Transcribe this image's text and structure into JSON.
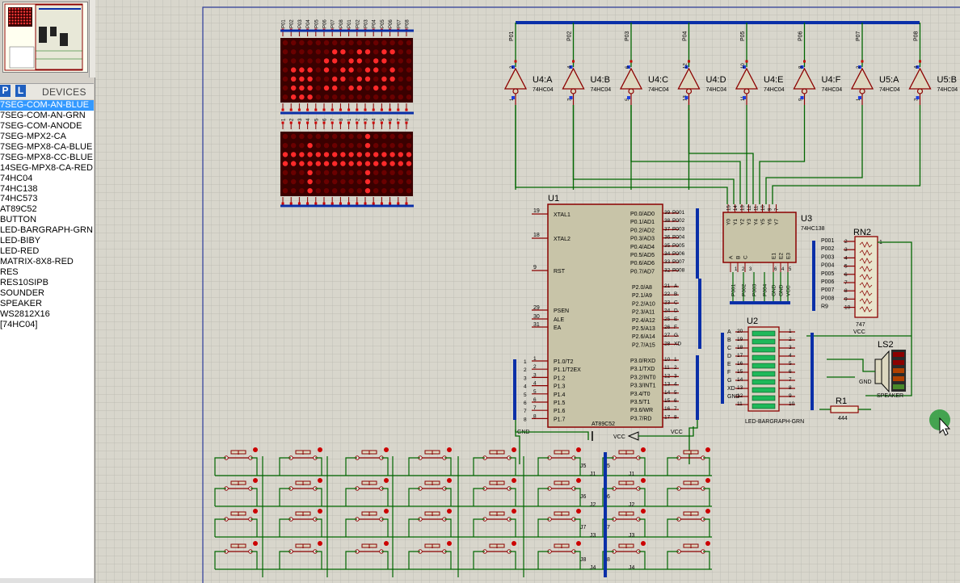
{
  "panel": {
    "p_label": "P",
    "l_label": "L",
    "devices_title": "DEVICES"
  },
  "devices": [
    "7SEG-COM-AN-BLUE",
    "7SEG-COM-AN-GRN",
    "7SEG-COM-ANODE",
    "7SEG-MPX2-CA",
    "7SEG-MPX8-CA-BLUE",
    "7SEG-MPX8-CC-BLUE",
    "14SEG-MPX8-CA-RED",
    "74HC04",
    "74HC138",
    "74HC573",
    "AT89C52",
    "BUTTON",
    "LED-BARGRAPH-GRN",
    "LED-BIBY",
    "LED-RED",
    "MATRIX-8X8-RED",
    "RES",
    "RES10SIPB",
    "SOUNDER",
    "SPEAKER",
    "WS2812X16",
    "[74HC04]"
  ],
  "selected_device_index": 0,
  "schematic": {
    "top_bus_pins": [
      "P01",
      "P02",
      "P03",
      "P04",
      "P05",
      "P06",
      "P07",
      "P08"
    ],
    "inverters": [
      {
        "name": "U4:A",
        "part": "74HC04",
        "in": "2",
        "out": "1"
      },
      {
        "name": "U4:B",
        "part": "74HC04",
        "in": "4",
        "out": "3"
      },
      {
        "name": "U4:C",
        "part": "74HC04",
        "in": "6",
        "out": "5"
      },
      {
        "name": "U4:D",
        "part": "74HC04",
        "in": "12",
        "out": "13"
      },
      {
        "name": "U4:E",
        "part": "74HC04",
        "in": "10",
        "out": "11"
      },
      {
        "name": "U4:F",
        "part": "74HC04",
        "in": "8",
        "out": "9"
      },
      {
        "name": "U5:A",
        "part": "74HC04",
        "in": "2",
        "out": "1"
      },
      {
        "name": "U5:B",
        "part": "74HC04",
        "in": "4",
        "out": "3"
      }
    ],
    "mcu": {
      "ref": "U1",
      "part": "AT89C52",
      "left_top_pins": [
        {
          "num": "19",
          "name": "XTAL1"
        },
        {
          "num": "18",
          "name": "XTAL2"
        },
        {
          "num": "9",
          "name": "RST"
        }
      ],
      "left_mid_pins": [
        {
          "num": "29",
          "name": "PSEN"
        },
        {
          "num": "30",
          "name": "ALE"
        },
        {
          "num": "31",
          "name": "EA"
        }
      ],
      "left_p1": [
        {
          "num": "1",
          "name": "P1.0/T2",
          "net": "1"
        },
        {
          "num": "2",
          "name": "P1.1/T2EX",
          "net": "2"
        },
        {
          "num": "3",
          "name": "P1.2",
          "net": "3"
        },
        {
          "num": "4",
          "name": "P1.3",
          "net": "4"
        },
        {
          "num": "5",
          "name": "P1.4",
          "net": "5"
        },
        {
          "num": "6",
          "name": "P1.5",
          "net": "6"
        },
        {
          "num": "7",
          "name": "P1.6",
          "net": "7"
        },
        {
          "num": "8",
          "name": "P1.7",
          "net": "8"
        }
      ],
      "p0": [
        {
          "num": "39",
          "name": "P0.0/AD0",
          "net": "P001"
        },
        {
          "num": "38",
          "name": "P0.1/AD1",
          "net": "P002"
        },
        {
          "num": "37",
          "name": "P0.2/AD2",
          "net": "P003"
        },
        {
          "num": "36",
          "name": "P0.3/AD3",
          "net": "P004"
        },
        {
          "num": "35",
          "name": "P0.4/AD4",
          "net": "P005"
        },
        {
          "num": "34",
          "name": "P0.5/AD5",
          "net": "P006"
        },
        {
          "num": "33",
          "name": "P0.6/AD6",
          "net": "P007"
        },
        {
          "num": "32",
          "name": "P0.7/AD7",
          "net": "P008"
        }
      ],
      "p2": [
        {
          "num": "21",
          "name": "P2.0/A8",
          "net": "A"
        },
        {
          "num": "22",
          "name": "P2.1/A9",
          "net": "B"
        },
        {
          "num": "23",
          "name": "P2.2/A10",
          "net": "C"
        },
        {
          "num": "24",
          "name": "P2.3/A11",
          "net": "D"
        },
        {
          "num": "25",
          "name": "P2.4/A12",
          "net": "E"
        },
        {
          "num": "26",
          "name": "P2.5/A13",
          "net": "F"
        },
        {
          "num": "27",
          "name": "P2.6/A14",
          "net": "G"
        },
        {
          "num": "28",
          "name": "P2.7/A15",
          "net": "XD"
        }
      ],
      "p3": [
        {
          "num": "10",
          "name": "P3.0/RXD",
          "net": "1"
        },
        {
          "num": "11",
          "name": "P3.1/TXD",
          "net": "2"
        },
        {
          "num": "12",
          "name": "P3.2/INT0",
          "net": "3"
        },
        {
          "num": "13",
          "name": "P3.3/INT1",
          "net": "4"
        },
        {
          "num": "14",
          "name": "P3.4/T0",
          "net": "5"
        },
        {
          "num": "15",
          "name": "P3.5/T1",
          "net": "6"
        },
        {
          "num": "16",
          "name": "P3.6/WR",
          "net": "7"
        },
        {
          "num": "17",
          "name": "P3.7/RD",
          "net": "8"
        }
      ],
      "gnd": "GND",
      "vcc": "VCC"
    },
    "decoder": {
      "ref": "U3",
      "part": "74HC138",
      "out_pins": [
        "15",
        "14",
        "13",
        "12",
        "11",
        "10",
        "9",
        "7"
      ],
      "outs": [
        "Y0",
        "Y1",
        "Y2",
        "Y3",
        "Y4",
        "Y5",
        "Y6",
        "Y7"
      ],
      "inputs": [
        "A",
        "B",
        "C"
      ],
      "enables": [
        "E1",
        "E2",
        "E3"
      ],
      "in_nets": [
        "P001",
        "P002",
        "P003",
        "P004"
      ],
      "in_pins": [
        "1",
        "2",
        "3",
        "6",
        "4",
        "5"
      ],
      "gnd_nets": [
        "GND",
        "GND",
        "VCC"
      ]
    },
    "resnet": {
      "ref": "RN2",
      "part": "747",
      "pins": [
        {
          "net": "P001",
          "num": "2"
        },
        {
          "net": "P002",
          "num": "3"
        },
        {
          "net": "P003",
          "num": "4"
        },
        {
          "net": "P004",
          "num": "5"
        },
        {
          "net": "P005",
          "num": "6"
        },
        {
          "net": "P006",
          "num": "7"
        },
        {
          "net": "P007",
          "num": "8"
        },
        {
          "net": "P008",
          "num": "9"
        },
        {
          "net": "R9",
          "num": "10"
        }
      ],
      "common_pin": "1",
      "vcc": "VCC"
    },
    "bargraph": {
      "ref": "U2",
      "part": "LED-BARGRAPH-GRN",
      "left": [
        {
          "net": "A",
          "num": "20"
        },
        {
          "net": "B",
          "num": "19"
        },
        {
          "net": "C",
          "num": "18"
        },
        {
          "net": "D",
          "num": "17"
        },
        {
          "net": "E",
          "num": "16"
        },
        {
          "net": "F",
          "num": "15"
        },
        {
          "net": "G",
          "num": "14"
        },
        {
          "net": "XD",
          "num": "13"
        },
        {
          "net": "GND",
          "num": "12"
        },
        {
          "net": "",
          "num": "11"
        }
      ],
      "right": [
        "1",
        "2",
        "3",
        "4",
        "5",
        "6",
        "7",
        "8",
        "9",
        "10"
      ],
      "vcc": "VCC"
    },
    "speaker": {
      "ref": "LS2",
      "part": "SPEAKER",
      "gnd": "GND"
    },
    "resistor": {
      "ref": "R1",
      "value": "444"
    },
    "matrix": {
      "top_pins": [
        "P01",
        "P02",
        "P03",
        "P04",
        "P05",
        "P06",
        "P07",
        "P08",
        "P01",
        "P02",
        "P03",
        "P04",
        "P05",
        "P06",
        "P07",
        "P08"
      ],
      "bottom_pins": [
        "1",
        "2",
        "3",
        "4",
        "5",
        "6",
        "7",
        "8",
        "1",
        "2",
        "3",
        "4",
        "5",
        "6",
        "7",
        "8"
      ]
    },
    "keypad": {
      "row_nets_left": [
        "J5",
        "J6",
        "J7",
        "J8"
      ],
      "row_labels_left": [
        "J1",
        "J2",
        "J3",
        "J4"
      ],
      "row_nets_right": [
        "5",
        "6",
        "7",
        "8"
      ],
      "row_labels_right": [
        "J1",
        "J2",
        "J3",
        "J4"
      ]
    }
  },
  "colors": {
    "wire": "#006600",
    "bus": "#0a2fa8",
    "component_outline": "#8b0000",
    "chip_fill": "#c8c4a8",
    "matrix_bg": "#3a0000",
    "led_on": "#ff2a2a",
    "led_off": "#6a0000",
    "bar_green": "#1fb85a",
    "label_blue": "#000080"
  }
}
